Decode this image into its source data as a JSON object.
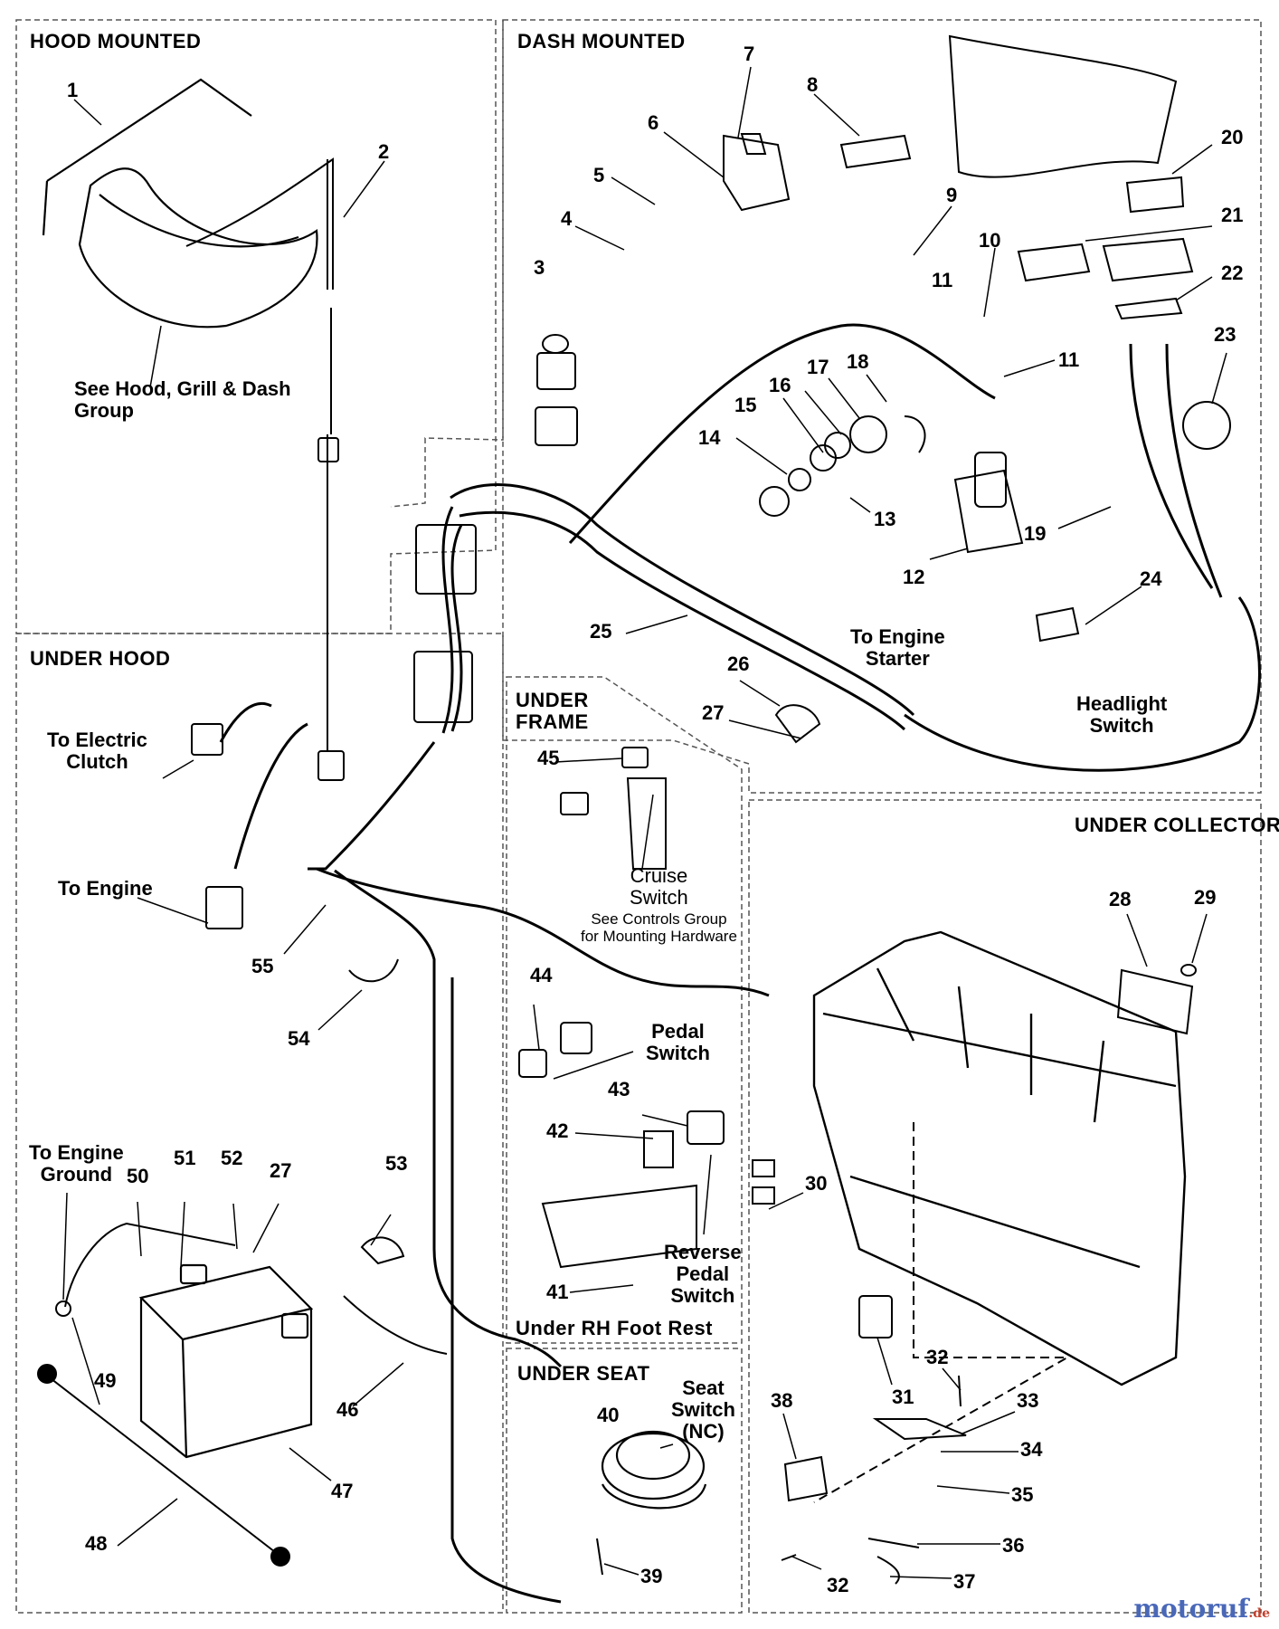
{
  "sections": {
    "hood_mounted": "HOOD MOUNTED",
    "dash_mounted": "DASH MOUNTED",
    "under_hood": "UNDER HOOD",
    "under_frame": "UNDER\nFRAME",
    "under_collector": "UNDER COLLECTOR",
    "under_seat": "UNDER SEAT",
    "under_rh_foot_rest": "Under RH Foot Rest"
  },
  "callouts": {
    "see_hood": "See Hood, Grill & Dash\nGroup",
    "to_electric_clutch": "To Electric\nClutch",
    "to_engine": "To Engine",
    "to_engine_starter": "To Engine\nStarter",
    "headlight_switch": "Headlight\nSwitch",
    "cruise_switch": "Cruise\nSwitch",
    "see_controls": "See Controls Group\nfor Mounting Hardware",
    "pedal_switch": "Pedal\nSwitch",
    "reverse_pedal_switch": "Reverse\nPedal\nSwitch",
    "to_engine_ground": "To Engine\nGround",
    "seat_switch": "Seat\nSwitch\n(NC)"
  },
  "part_numbers": {
    "p1": "1",
    "p2": "2",
    "p3": "3",
    "p4": "4",
    "p5": "5",
    "p6": "6",
    "p7": "7",
    "p8": "8",
    "p9": "9",
    "p10": "10",
    "p11a": "11",
    "p11b": "11",
    "p12": "12",
    "p13": "13",
    "p14": "14",
    "p15": "15",
    "p16": "16",
    "p17": "17",
    "p18": "18",
    "p19": "19",
    "p20": "20",
    "p21": "21",
    "p22": "22",
    "p23": "23",
    "p24": "24",
    "p25": "25",
    "p26": "26",
    "p27a": "27",
    "p27b": "27",
    "p28": "28",
    "p29": "29",
    "p30": "30",
    "p31": "31",
    "p32a": "32",
    "p32b": "32",
    "p33": "33",
    "p34": "34",
    "p35": "35",
    "p36": "36",
    "p37": "37",
    "p38": "38",
    "p39": "39",
    "p40": "40",
    "p41": "41",
    "p42": "42",
    "p43": "43",
    "p44": "44",
    "p45": "45",
    "p46": "46",
    "p47": "47",
    "p48": "48",
    "p49": "49",
    "p50": "50",
    "p51": "51",
    "p52": "52",
    "p53": "53",
    "p54": "54",
    "p55": "55"
  },
  "watermark": {
    "main": "motoruf",
    "suffix": ".de"
  },
  "colors": {
    "line": "#000000",
    "dashed_border": "#555555",
    "watermark": "#4a68b8"
  }
}
